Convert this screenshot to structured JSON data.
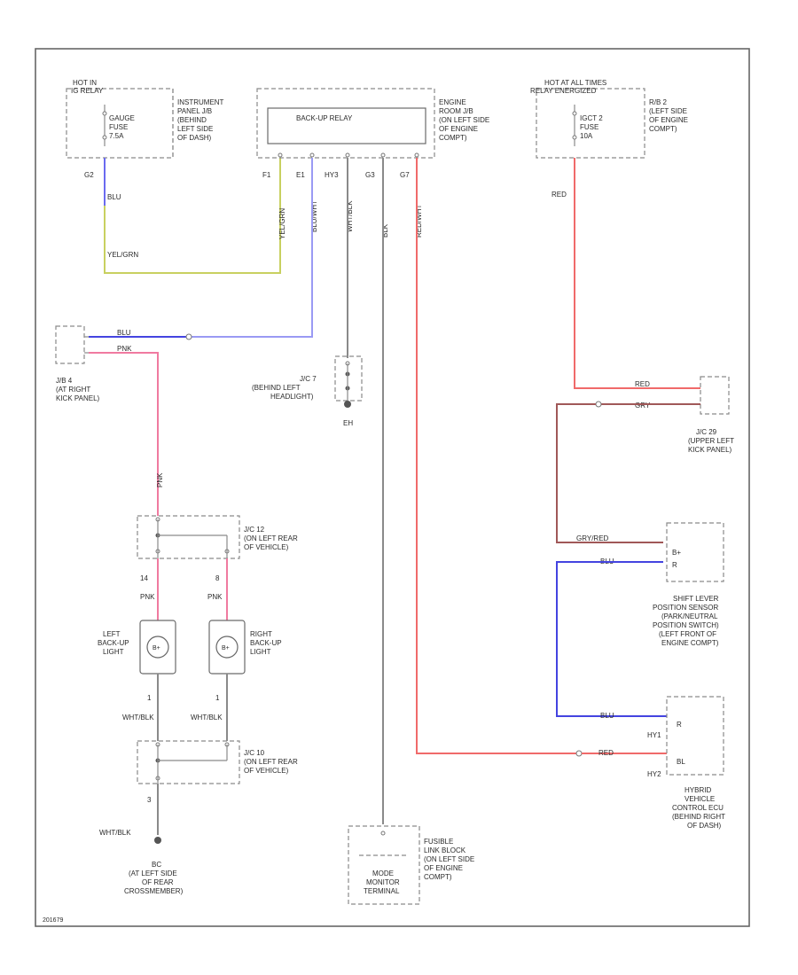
{
  "colors": {
    "red": "#f06a6a",
    "pink": "#f07aa0",
    "blue": "#6a6af0",
    "dark_blue": "#4444e0",
    "light_blue": "#9a9af4",
    "yellow_green": "#c8d060",
    "dark_red": "#a05858",
    "gray": "#8a8a8a",
    "frame": "#666666"
  },
  "labels": {
    "hot_ig": "HOT IN",
    "ig_relay": "IG RELAY",
    "fuse_left_name": "GAUGE",
    "fuse_left_type": "FUSE",
    "fuse_left_amp": "7.5A",
    "panel_jb_1": "INSTRUMENT",
    "panel_jb_2": "PANEL J/B",
    "panel_jb_3": "(BEHIND",
    "panel_jb_4": "LEFT SIDE",
    "panel_jb_5": "OF DASH)",
    "wire_left_top": "BLU",
    "wire_left_bottom": "YEL/GRN",
    "pin_g2": "G2",
    "backup_relay": "BACK-UP RELAY",
    "engine_room_1": "ENGINE",
    "engine_room_2": "ROOM J/B",
    "engine_room_3": "(ON LEFT SIDE",
    "engine_room_4": "OF ENGINE",
    "engine_room_5": "COMPT)",
    "pin_f1": "F1",
    "pin_e1": "E1",
    "pin_hy3": "HY3",
    "pin_g3": "G3",
    "pin_g7": "G7",
    "wire_f1": "YEL/GRN",
    "wire_e1": "BLU/WHT",
    "wire_hy3": "WHT/BLK",
    "wire_g3": "BLK",
    "wire_g7": "RED/WHT",
    "hot_always_1": "HOT AT ALL TIMES",
    "hot_always_2": "RELAY ENERGIZED",
    "fuse_right_name": "IGCT 2",
    "fuse_right_type": "FUSE",
    "fuse_right_amp": "10A",
    "r_b2_1": "R/B 2",
    "r_b2_2": "(LEFT SIDE",
    "r_b2_3": "OF ENGINE",
    "r_b2_4": "COMPT)",
    "wire_red_right": "RED",
    "jb4_1": "J/B 4",
    "jb4_2": "(AT RIGHT",
    "jb4_3": "KICK PANEL)",
    "wire_jb4_blu": "BLU",
    "wire_jb4_pnk": "PNK",
    "jc7_1": "J/C 7",
    "jc7_2": "(BEHIND LEFT",
    "jc7_3": "HEADLIGHT)",
    "ground_eh": "EH",
    "jc29_1": "J/C 29",
    "jc29_2": "(UPPER LEFT",
    "jc29_3": "KICK PANEL)",
    "wire_jc29_red": "RED",
    "wire_jc29_gry": "GRY",
    "wire_pnk_vert": "PNK",
    "jc12_1": "J/C 12",
    "jc12_2": "(ON LEFT REAR",
    "jc12_3": "OF VEHICLE)",
    "pin_14": "14",
    "pin_8": "8",
    "wire_pnk_left": "PNK",
    "wire_pnk_right": "PNK",
    "left_backup_1": "LEFT",
    "left_backup_2": "BACK-UP",
    "left_backup_3": "LIGHT",
    "right_backup_1": "RIGHT",
    "right_backup_2": "BACK-UP",
    "right_backup_3": "LIGHT",
    "pin_1_left": "1",
    "pin_1_right": "1",
    "wire_wht_blk_left": "WHT/BLK",
    "wire_wht_blk_right": "WHT/BLK",
    "jc10_1": "J/C 10",
    "jc10_2": "(ON LEFT REAR",
    "jc10_3": "OF VEHICLE)",
    "pin_3": "3",
    "wire_wht_blk_bottom": "WHT/BLK",
    "ground_bc_1": "BC",
    "ground_bc_2": "(AT LEFT SIDE",
    "ground_bc_3": "OF REAR",
    "ground_bc_4": "CROSSMEMBER)",
    "wire_gry_red": "GRY/RED",
    "sensor_b": "B+",
    "sensor_r": "R",
    "wire_blu_sensor": "BLU",
    "sensor_1": "SHIFT LEVER",
    "sensor_2": "POSITION SENSOR",
    "sensor_3": "(PARK/NEUTRAL",
    "sensor_4": "POSITION SWITCH)",
    "sensor_5": "(LEFT FRONT OF",
    "sensor_6": "ENGINE COMPT)",
    "wire_blu_ecu": "BLU",
    "wire_red_ecu": "RED",
    "pin_hy1": "HY1",
    "pin_hy2": "HY2",
    "ecu_pin_r": "R",
    "ecu_pin_bl": "BL",
    "ecu_1": "HYBRID",
    "ecu_2": "VEHICLE",
    "ecu_3": "CONTROL ECU",
    "ecu_4": "(BEHIND RIGHT",
    "ecu_5": "OF DASH)",
    "mode_1": "MODE",
    "mode_2": "MONITOR",
    "mode_3": "TERMINAL",
    "fusible_1": "FUSIBLE",
    "fusible_2": "LINK BLOCK",
    "fusible_3": "(ON LEFT SIDE",
    "fusible_4": "OF ENGINE",
    "fusible_5": "COMPT)",
    "figure_id": "201679"
  }
}
